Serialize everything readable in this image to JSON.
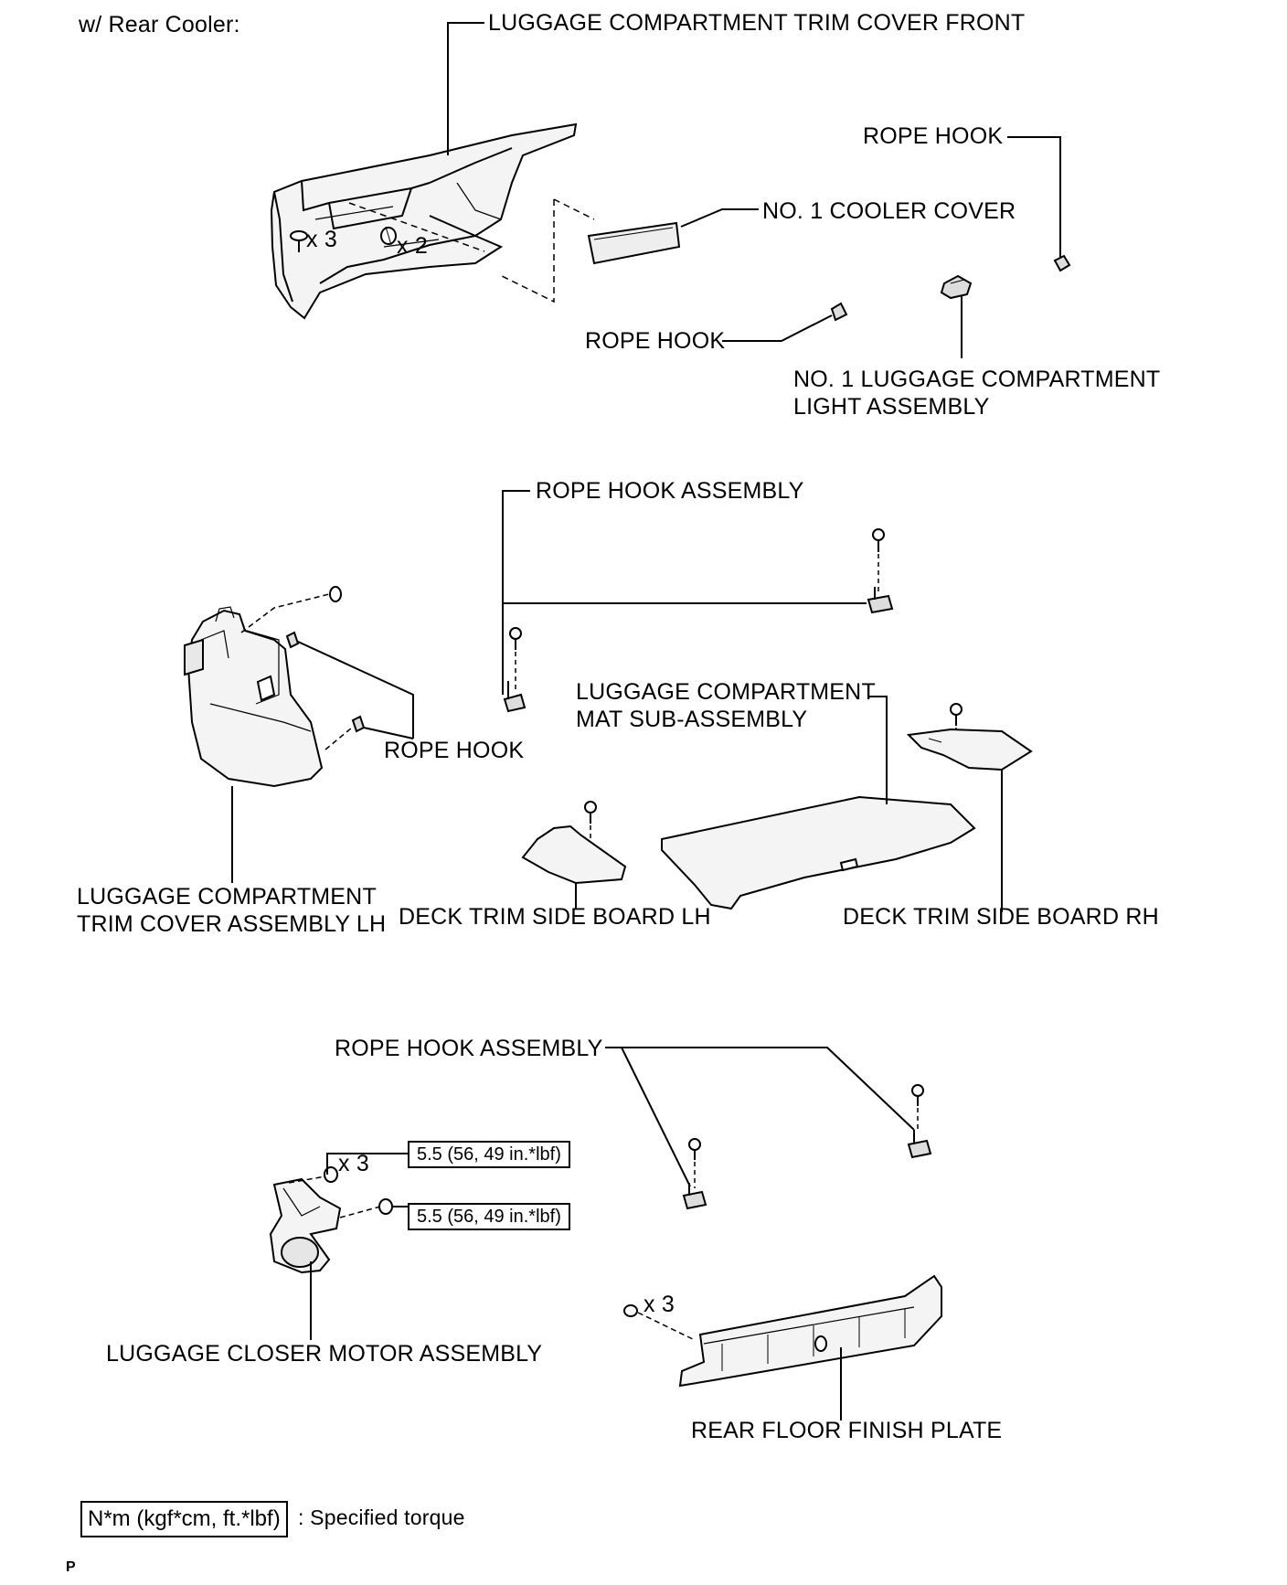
{
  "header": {
    "title": "w/ Rear Cooler:"
  },
  "labels": {
    "trim_cover_front": "LUGGAGE COMPARTMENT TRIM COVER FRONT",
    "rope_hook_top_right": "ROPE HOOK",
    "no1_cooler_cover": "NO. 1 COOLER COVER",
    "rope_hook_mid": "ROPE HOOK",
    "light_assembly_line1": "NO. 1 LUGGAGE COMPARTMENT",
    "light_assembly_line2": "LIGHT ASSEMBLY",
    "rope_hook_assembly_mid": "ROPE HOOK ASSEMBLY",
    "rope_hook_lh": "ROPE HOOK",
    "mat_line1": "LUGGAGE COMPARTMENT",
    "mat_line2": "MAT SUB-ASSEMBLY",
    "trim_cover_lh_line1": "LUGGAGE COMPARTMENT",
    "trim_cover_lh_line2": "TRIM COVER ASSEMBLY LH",
    "deck_trim_lh": "DECK TRIM SIDE BOARD LH",
    "deck_trim_rh": "DECK TRIM SIDE BOARD RH",
    "rope_hook_assembly_bottom": "ROPE HOOK ASSEMBLY",
    "closer_motor": "LUGGAGE CLOSER MOTOR ASSEMBLY",
    "rear_floor_plate": "REAR FLOOR FINISH PLATE"
  },
  "quantities": {
    "clip_x3": "x 3",
    "clip_x2": "x 2",
    "nut_x3": "x 3",
    "screw_x3": "x 3"
  },
  "torque": {
    "nut_spec": "5.5 (56, 49 in.*lbf)",
    "bolt_spec": "5.5 (56, 49 in.*lbf)"
  },
  "legend": {
    "unit_box": "N*m (kgf*cm, ft.*lbf)",
    "description": ": Specified torque"
  },
  "footer": {
    "code": "P"
  }
}
